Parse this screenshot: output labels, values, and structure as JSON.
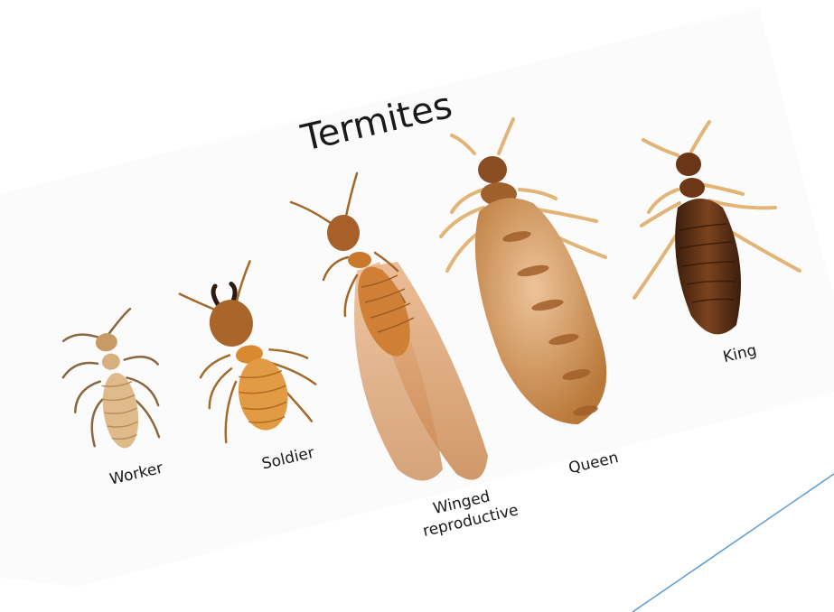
{
  "title": "Termites",
  "labels": {
    "worker": "Worker",
    "soldier": "Soldier",
    "winged_line1": "Winged",
    "winged_line2": "reproductive",
    "queen": "Queen",
    "king": "King"
  },
  "colors": {
    "background": "#ffffff",
    "card": "#fbfbfb",
    "accent_line": "#5b9bd5",
    "worker": "#d9b07c",
    "soldier": "#d98a2e",
    "winged_body": "#c9782c",
    "wing": "#e3a974",
    "queen": "#c98a4a",
    "king": "#5a2e14",
    "legs": "#e6b979"
  }
}
